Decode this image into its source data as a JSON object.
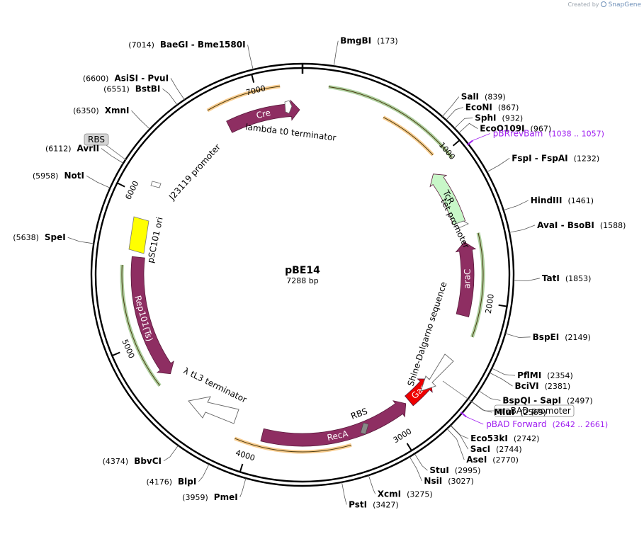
{
  "watermark": {
    "prefix": "Created by",
    "brand": "SnapGene"
  },
  "plasmid": {
    "name": "pBE14",
    "size_label": "7288 bp",
    "length": 7288
  },
  "ticks": [
    {
      "pos": 1000,
      "label": "1000"
    },
    {
      "pos": 2000,
      "label": "2000"
    },
    {
      "pos": 3000,
      "label": "3000"
    },
    {
      "pos": 4000,
      "label": "4000"
    },
    {
      "pos": 5000,
      "label": "5000"
    },
    {
      "pos": 6000,
      "label": "6000"
    },
    {
      "pos": 7000,
      "label": "7000"
    }
  ],
  "sites": [
    {
      "name": "BmgBI",
      "pos_text": "(173)",
      "pos": 173,
      "side": "right"
    },
    {
      "name": "SalI",
      "pos_text": "(839)",
      "pos": 839,
      "side": "right"
    },
    {
      "name": "EcoNI",
      "pos_text": "(867)",
      "pos": 867,
      "side": "right"
    },
    {
      "name": "SphI",
      "pos_text": "(932)",
      "pos": 932,
      "side": "right"
    },
    {
      "name": "EcoO109I",
      "pos_text": "(967)",
      "pos": 967,
      "side": "right"
    },
    {
      "name": "FspI - FspAI",
      "pos_text": "(1232)",
      "pos": 1232,
      "side": "right"
    },
    {
      "name": "HindIII",
      "pos_text": "(1461)",
      "pos": 1461,
      "side": "right"
    },
    {
      "name": "AvaI - BsoBI",
      "pos_text": "(1588)",
      "pos": 1588,
      "side": "right"
    },
    {
      "name": "TatI",
      "pos_text": "(1853)",
      "pos": 1853,
      "side": "right"
    },
    {
      "name": "BspEI",
      "pos_text": "(2149)",
      "pos": 2149,
      "side": "right"
    },
    {
      "name": "PflMI",
      "pos_text": "(2354)",
      "pos": 2354,
      "side": "right"
    },
    {
      "name": "BciVI",
      "pos_text": "(2381)",
      "pos": 2381,
      "side": "right"
    },
    {
      "name": "BspQI - SapI",
      "pos_text": "(2497)",
      "pos": 2497,
      "side": "right"
    },
    {
      "name": "MluI",
      "pos_text": "(2569)",
      "pos": 2569,
      "side": "right"
    },
    {
      "name": "Eco53kI",
      "pos_text": "(2742)",
      "pos": 2742,
      "side": "right"
    },
    {
      "name": "SacI",
      "pos_text": "(2744)",
      "pos": 2744,
      "side": "right"
    },
    {
      "name": "AseI",
      "pos_text": "(2770)",
      "pos": 2770,
      "side": "right"
    },
    {
      "name": "StuI",
      "pos_text": "(2995)",
      "pos": 2995,
      "side": "right"
    },
    {
      "name": "NsiI",
      "pos_text": "(3027)",
      "pos": 3027,
      "side": "right"
    },
    {
      "name": "XcmI",
      "pos_text": "(3275)",
      "pos": 3275,
      "side": "right"
    },
    {
      "name": "PstI",
      "pos_text": "(3427)",
      "pos": 3427,
      "side": "right"
    },
    {
      "name": "PmeI",
      "pos_text": "(3959)",
      "pos": 3959,
      "side": "left"
    },
    {
      "name": "BlpI",
      "pos_text": "(4176)",
      "pos": 4176,
      "side": "left"
    },
    {
      "name": "BbvCI",
      "pos_text": "(4374)",
      "pos": 4374,
      "side": "left"
    },
    {
      "name": "SpeI",
      "pos_text": "(5638)",
      "pos": 5638,
      "side": "left"
    },
    {
      "name": "NotI",
      "pos_text": "(5958)",
      "pos": 5958,
      "side": "left"
    },
    {
      "name": "AvrII",
      "pos_text": "(6112)",
      "pos": 6112,
      "side": "left"
    },
    {
      "name": "XmnI",
      "pos_text": "(6350)",
      "pos": 6350,
      "side": "left"
    },
    {
      "name": "BstBI",
      "pos_text": "(6551)",
      "pos": 6551,
      "side": "left"
    },
    {
      "name": "AsiSI - PvuI",
      "pos_text": "(6600)",
      "pos": 6600,
      "side": "left"
    },
    {
      "name": "BaeGI - Bme1580I",
      "pos_text": "(7014)",
      "pos": 7014,
      "side": "left"
    }
  ],
  "primers": [
    {
      "name": "pBRrevBam",
      "range_text": "(1038 .. 1057)",
      "pos": 1047
    },
    {
      "name": "pBAD Forward",
      "range_text": "(2642 .. 2661)",
      "pos": 2651
    }
  ],
  "features": [
    {
      "name": "Cre",
      "start": 6755,
      "end": 7268,
      "direction": 1,
      "kind": "cds",
      "color": "#8e2e62"
    },
    {
      "name": "TcR",
      "start": 1060,
      "end": 1450,
      "direction": -1,
      "kind": "cds",
      "color": "#c8f7c8"
    },
    {
      "name": "araC",
      "start": 1590,
      "end": 2110,
      "direction": -1,
      "kind": "cds",
      "color": "#8e2e62"
    },
    {
      "name": "Gam",
      "start": 2615,
      "end": 2830,
      "direction": -1,
      "kind": "cds",
      "color": "#ee0000"
    },
    {
      "name": "RecA",
      "start": 2860,
      "end": 3930,
      "direction": -1,
      "kind": "cds",
      "color": "#8e2e62"
    },
    {
      "name": "Rep101(Ts)",
      "start": 4720,
      "end": 5590,
      "direction": -1,
      "kind": "cds",
      "color": "#8e2e62"
    }
  ],
  "labels": {
    "lambda_t0": "lambda t0 terminator",
    "j23119": "J23119 promoter",
    "tet_promoter": "tet promoter",
    "shine_dalgarno": "Shine-Dalgarno sequence",
    "tl3": "λ tL3 terminator",
    "psc101": "pSC101 ori",
    "rbs_mid": "RBS",
    "rbs_box": "RBS",
    "arabad_box": "araBAD promoter"
  }
}
